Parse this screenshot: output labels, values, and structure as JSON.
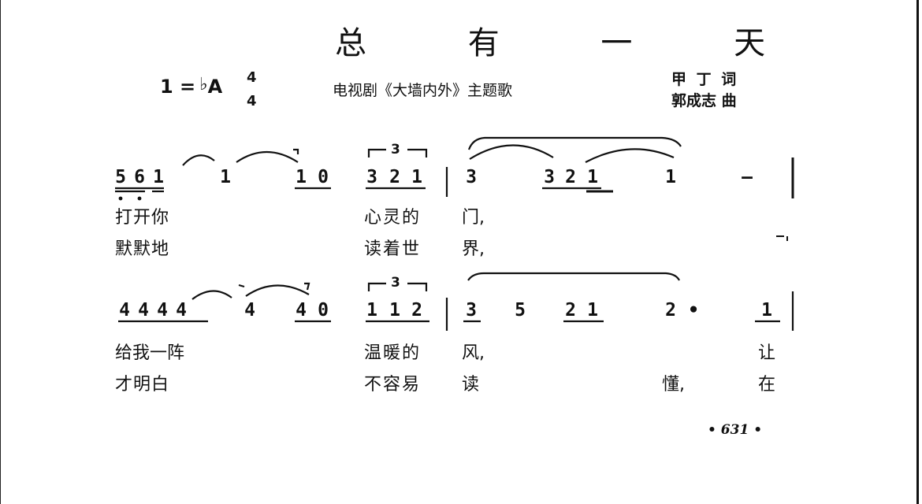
{
  "title": "总 有 一 天",
  "key": {
    "prefix": "1 =",
    "flat": "♭",
    "note": "A",
    "time_top": "4",
    "time_bottom": "4"
  },
  "subtitle": "电视剧《大墙内外》主题歌",
  "credits": {
    "lyricist": "甲 丁 词",
    "composer": "郭成志 曲"
  },
  "system1": {
    "notes": [
      "5",
      "6",
      "1",
      "1",
      "1",
      "0",
      "3",
      "2",
      "1",
      "3",
      "3",
      "2",
      "1",
      "1",
      "—"
    ],
    "triplet": "3",
    "verse1": [
      "打开你",
      "心灵的",
      "门,"
    ],
    "verse2": [
      "默默地",
      "读着世",
      "界,"
    ]
  },
  "system2": {
    "notes": [
      "4",
      "4",
      "4",
      "4",
      "4",
      "4",
      "0",
      "1",
      "1",
      "2",
      "3",
      "5",
      "2",
      "1",
      "2",
      "•",
      "1"
    ],
    "triplet": "3",
    "verse1": [
      "给我一阵",
      "温暖的",
      "风,",
      "让"
    ],
    "verse2": [
      "才明白",
      "不容易",
      "读",
      "懂,",
      "在"
    ]
  },
  "page_number": "• 631 •"
}
